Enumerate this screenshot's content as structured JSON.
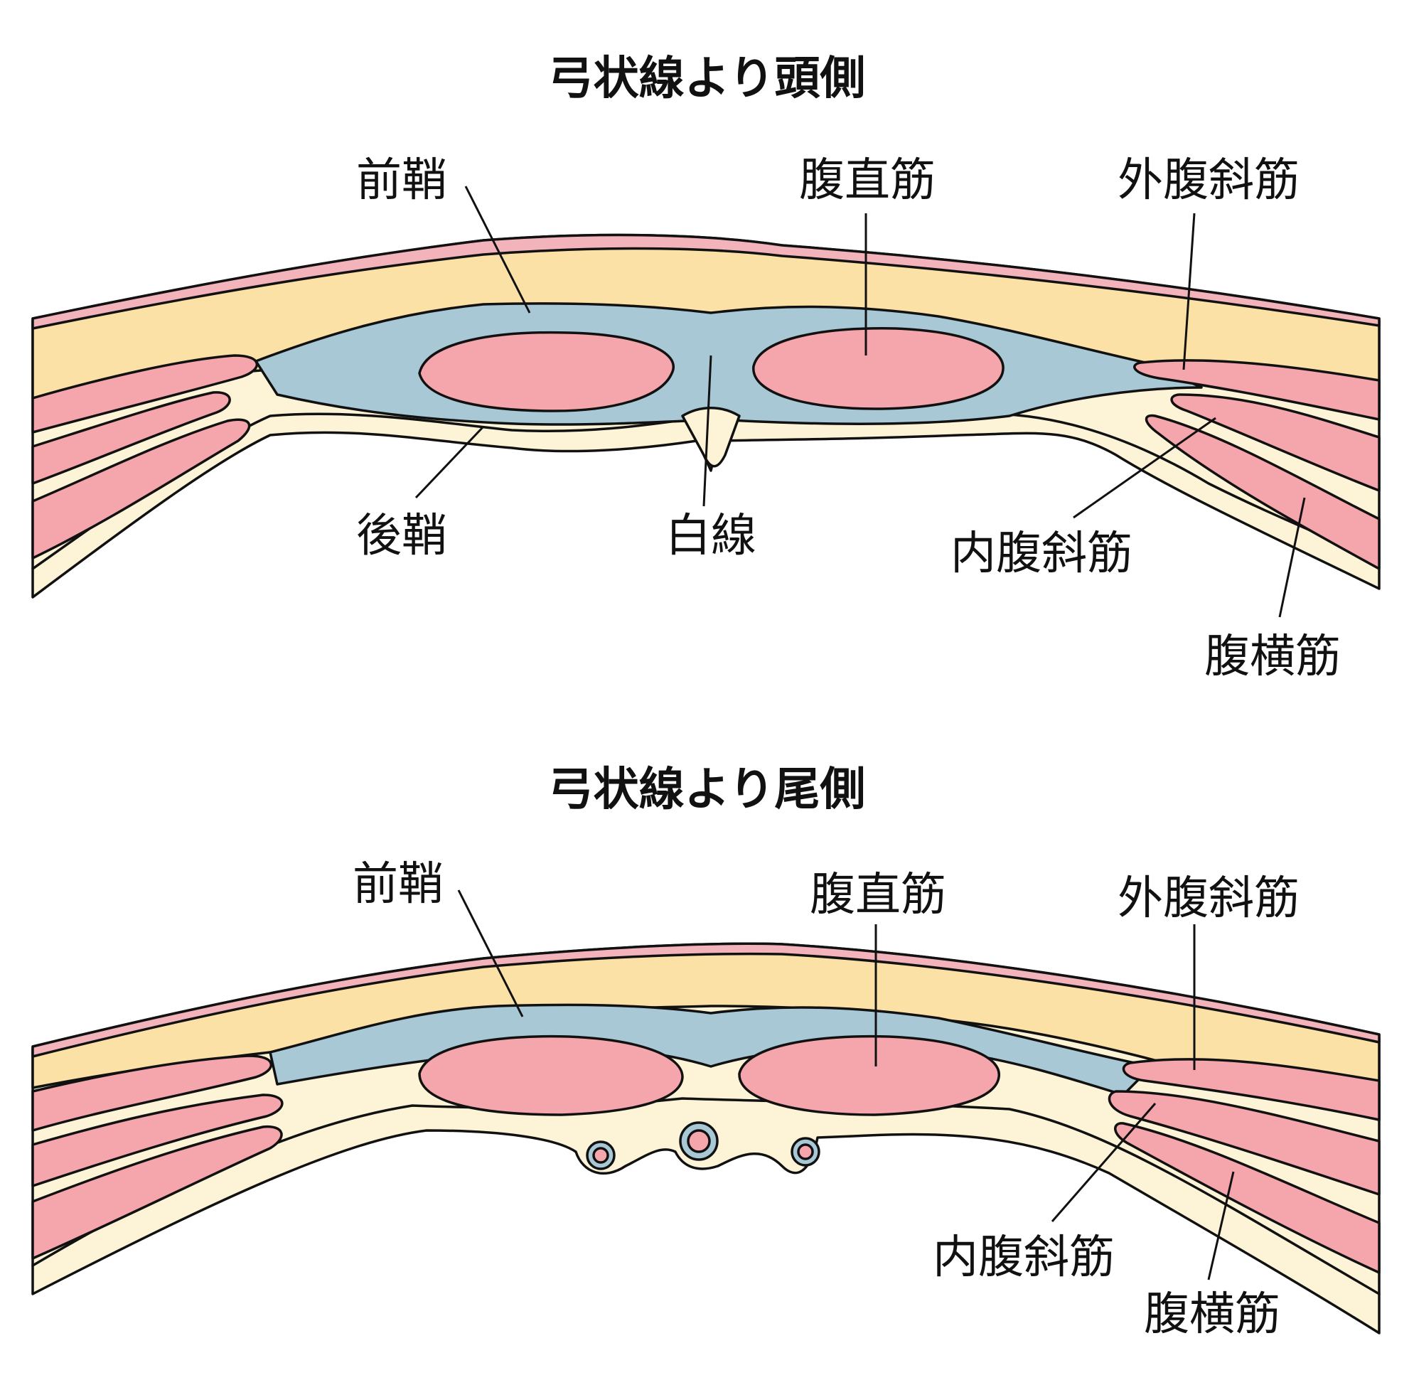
{
  "colors": {
    "skin": "#f2b3bb",
    "fat": "#fbe1a6",
    "muscle": "#f4a6ac",
    "fascia": "#a9c8d6",
    "pale": "#fdf3d6",
    "peritoneum": "#f3c08f"
  },
  "panels": [
    {
      "title": "弓状線より頭側",
      "labels": {
        "anterior_sheath": "前鞘",
        "rectus_abdominis": "腹直筋",
        "external_oblique": "外腹斜筋",
        "posterior_sheath": "後鞘",
        "linea_alba": "白線",
        "internal_oblique": "内腹斜筋",
        "transversus_abdominis": "腹横筋"
      }
    },
    {
      "title": "弓状線より尾側",
      "labels": {
        "anterior_sheath": "前鞘",
        "rectus_abdominis": "腹直筋",
        "external_oblique": "外腹斜筋",
        "internal_oblique": "内腹斜筋",
        "transversus_abdominis": "腹横筋"
      }
    }
  ]
}
